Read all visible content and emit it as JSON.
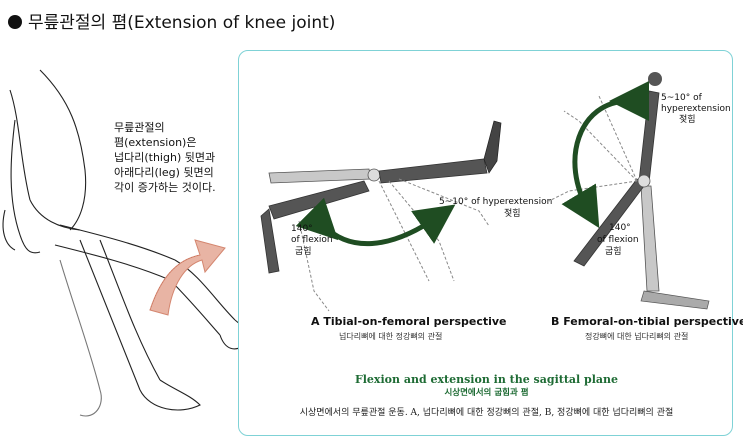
{
  "title": "무릎관절의 폄(Extension of knee joint)",
  "description_lines": [
    "무릎관절의",
    "폄(extension)은",
    "넙다리(thigh) 뒷면과",
    "아래다리(leg) 뒷면의",
    "각이 증가하는 것이다."
  ],
  "panel": {
    "a": {
      "hyperextension": "5~10° of hyperextension",
      "hyperextension_kr": "젖힘",
      "flexion": "140°",
      "flexion2": "of flexion",
      "flexion_kr": "굽힘",
      "caption": "A  Tibial-on-femoral perspective",
      "caption_kr": "넙다리뼈에 대한 정강뼈의 관절"
    },
    "b": {
      "hyperextension": "5~10° of",
      "hyperextension2": "hyperextension",
      "hyperextension_kr": "젖힘",
      "flexion": "140°",
      "flexion2": "of flexion",
      "flexion_kr": "굽힘",
      "caption": "B  Femoral-on-tibial perspective",
      "caption_kr": "정강뼈에 대한 넙다리뼈의 관절"
    },
    "sagittal_title": "Flexion and extension in the sagittal plane",
    "sagittal_kr": "시상면에서의 굽힘과 폄",
    "bottom_caption": "시상면에서의 무릎관절 운동. A, 넙다리뼈에 대한 정강뼈의 관절, B, 정강뼈에 대한 넙다리뼈의 관절"
  },
  "colors": {
    "panel_border": "#7fd2d6",
    "arrow_green": "#1f4d22",
    "bone_dark": "#555555",
    "arrow_orange": "#d4866f",
    "sagittal_text": "#1e6b34"
  }
}
